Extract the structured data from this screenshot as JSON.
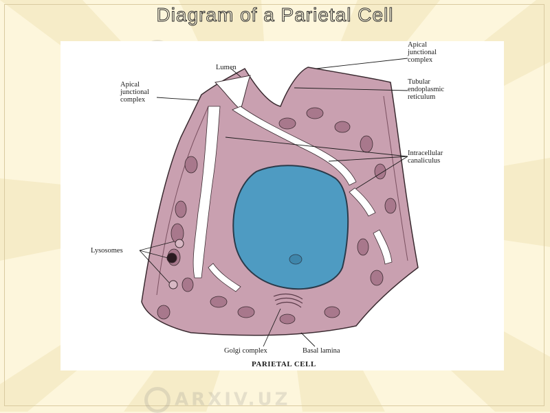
{
  "slide": {
    "title": "Diagram of a Parietal Cell",
    "watermark": "ARXIV.UZ"
  },
  "figure": {
    "labels": {
      "lumen": "Lumen",
      "apical_left": "Apical\njunctional\ncomplex",
      "apical_right": "Apical\njunctional\ncomplex",
      "tubular_er": "Tubular\nendoplasmic\nreticulum",
      "canaliculus": "Intracellular\ncanaliculus",
      "lysosomes": "Lysosomes",
      "golgi": "Golgi complex",
      "basal_lamina": "Basal lamina",
      "caption": "PARIETAL CELL"
    }
  },
  "colors": {
    "background": "#fdf6dc",
    "cytoplasm": "#c9a0b0",
    "nucleus": "#4e9bc2",
    "mitochondria": "#a8788c",
    "outline": "#3a2a30"
  }
}
